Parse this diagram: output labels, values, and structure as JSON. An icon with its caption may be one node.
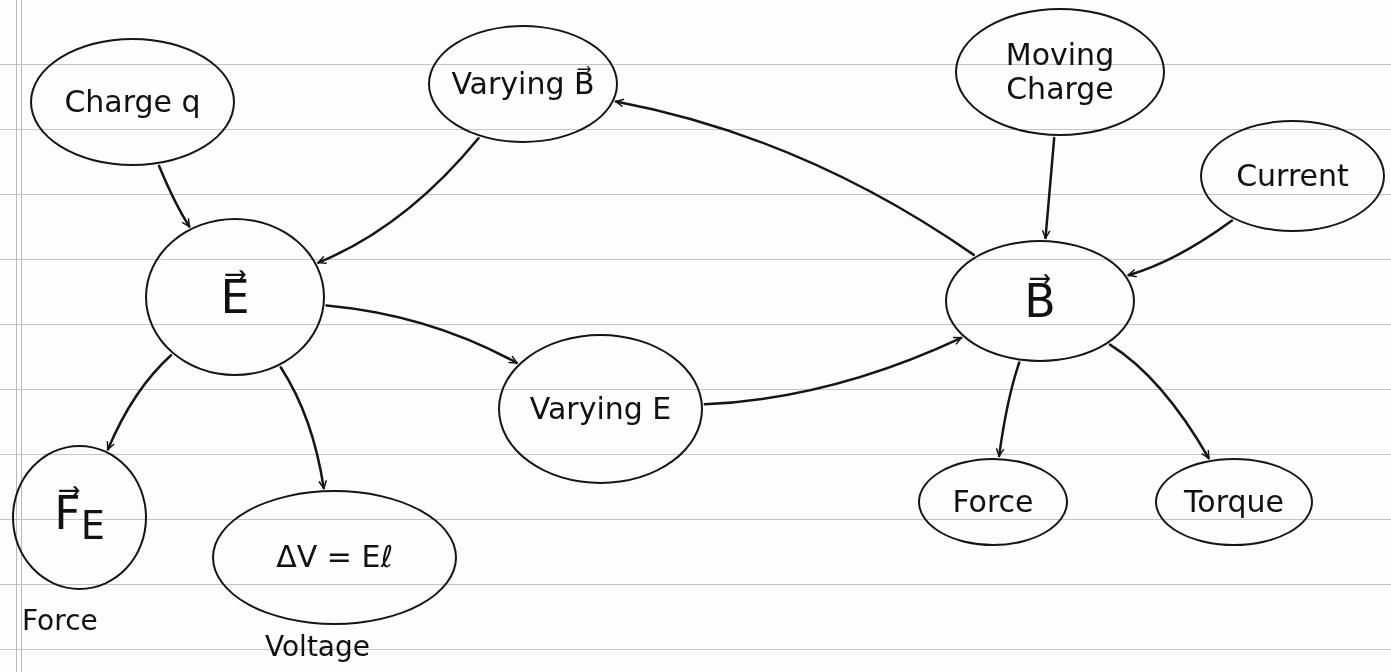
{
  "diagram": {
    "nodes": [
      {
        "text": [
          "Charge q"
        ]
      },
      {
        "text": [
          "Varying B⃗"
        ]
      },
      {
        "text": [
          "Moving Charge"
        ]
      },
      {
        "text": [
          "Current"
        ]
      },
      {
        "text": [
          "E⃗"
        ]
      },
      {
        "text": [
          "B⃗"
        ]
      },
      {
        "text": [
          "Varying E"
        ]
      },
      {
        "text": [
          "F⃗$_{E}$"
        ],
        "beside": [
          "Force"
        ]
      },
      {
        "text": [
          "ΔV = Eℓ"
        ],
        "beside": [
          "Voltage"
        ]
      },
      {
        "text": [
          "Force"
        ]
      },
      {
        "text": [
          "Torque"
        ]
      }
    ],
    "edges": [
      {
        "from": 0,
        "to": 4,
        "arrow": "to"
      },
      {
        "from": 1,
        "to": 4,
        "arrow": "to"
      },
      {
        "from": 4,
        "to": 6,
        "arrow": "to"
      },
      {
        "from": 6,
        "to": 5,
        "arrow": "to"
      },
      {
        "from": 5,
        "to": 1,
        "arrow": "to"
      },
      {
        "from": 2,
        "to": 5,
        "arrow": "to"
      },
      {
        "from": 3,
        "to": 5,
        "arrow": "to"
      },
      {
        "from": 4,
        "to": 7,
        "arrow": "to"
      },
      {
        "from": 4,
        "to": 8,
        "arrow": "to"
      },
      {
        "from": 5,
        "to": 9,
        "arrow": "to"
      },
      {
        "from": 5,
        "to": 10,
        "arrow": "to"
      }
    ]
  }
}
